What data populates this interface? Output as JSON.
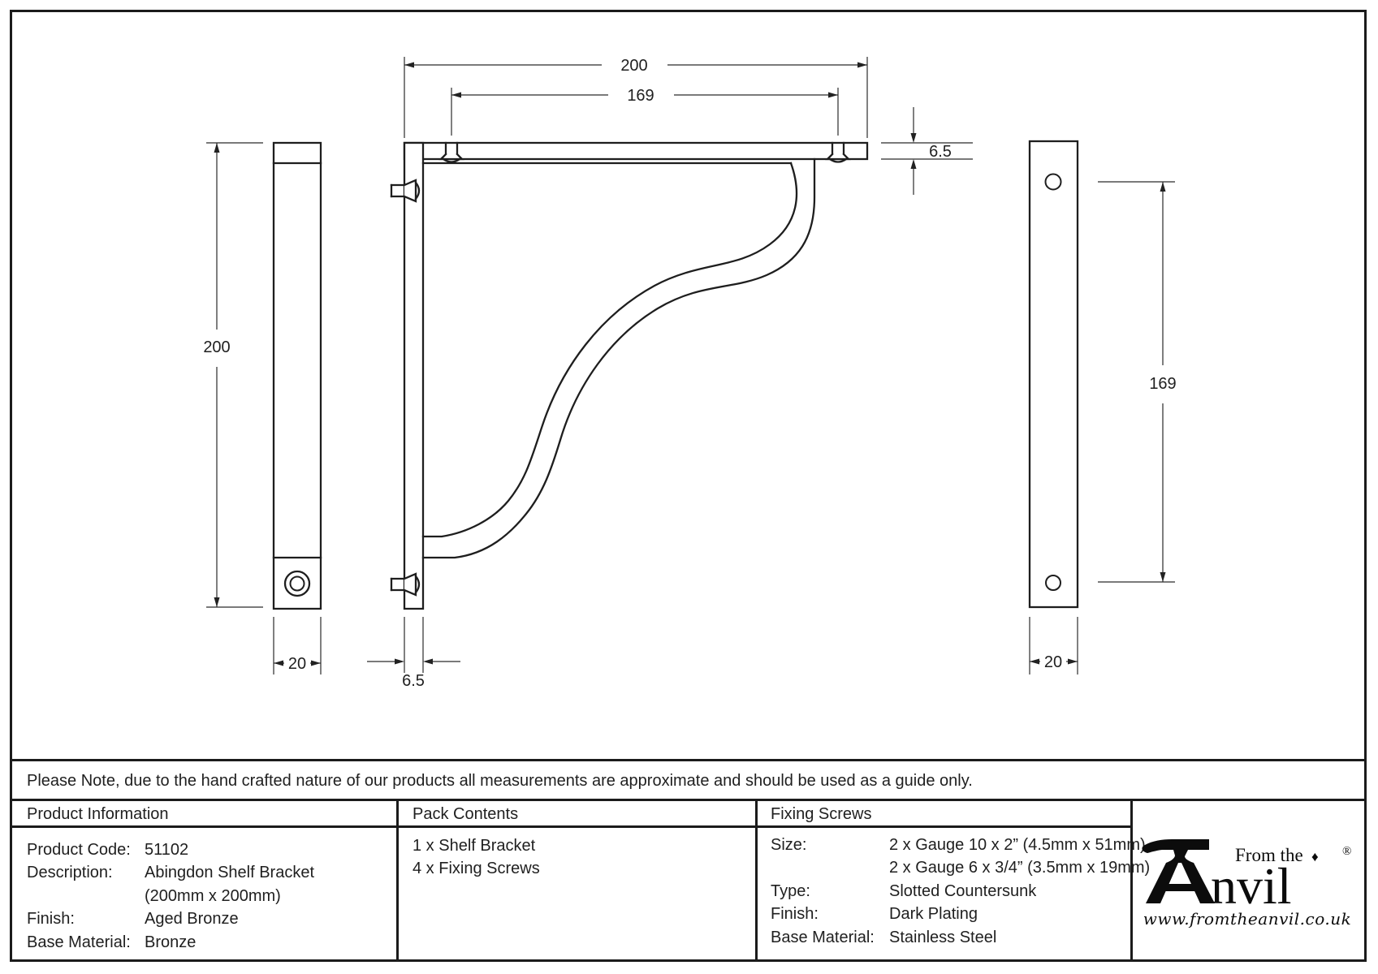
{
  "sheet": {
    "note": "Please Note, due to the hand crafted nature of our products all measurements are approximate and should be used as a guide only."
  },
  "drawing": {
    "side_view": {
      "height": "200",
      "width": "20"
    },
    "front_view": {
      "overall_width": "200",
      "hole_spacing": "169",
      "arm_thickness": "6.5",
      "plate_thickness": "6.5"
    },
    "back_view": {
      "hole_spacing": "169",
      "width": "20"
    }
  },
  "table": {
    "product_information": {
      "header": "Product Information",
      "rows": [
        {
          "label": "Product Code:",
          "value": "51102"
        },
        {
          "label": "Description:",
          "value": "Abingdon Shelf Bracket"
        },
        {
          "label": "",
          "value": "(200mm x 200mm)"
        },
        {
          "label": "Finish:",
          "value": "Aged Bronze"
        },
        {
          "label": "Base Material:",
          "value": "Bronze"
        }
      ]
    },
    "pack_contents": {
      "header": "Pack Contents",
      "items": [
        "1 x Shelf Bracket",
        "4 x Fixing Screws"
      ]
    },
    "fixing_screws": {
      "header": "Fixing Screws",
      "rows": [
        {
          "label": "Size:",
          "value": "2 x Gauge 10 x 2” (4.5mm x 51mm)"
        },
        {
          "label": "",
          "value": "2 x Gauge 6 x 3/4” (3.5mm x 19mm)"
        },
        {
          "label": "Type:",
          "value": "Slotted Countersunk"
        },
        {
          "label": "Finish:",
          "value": "Dark Plating"
        },
        {
          "label": "Base Material:",
          "value": "Stainless Steel"
        }
      ]
    }
  },
  "logo": {
    "prefix": "From the",
    "diamond": "♦",
    "main": "nvil",
    "registered": "®",
    "website": "www.fromtheanvil.co.uk"
  }
}
